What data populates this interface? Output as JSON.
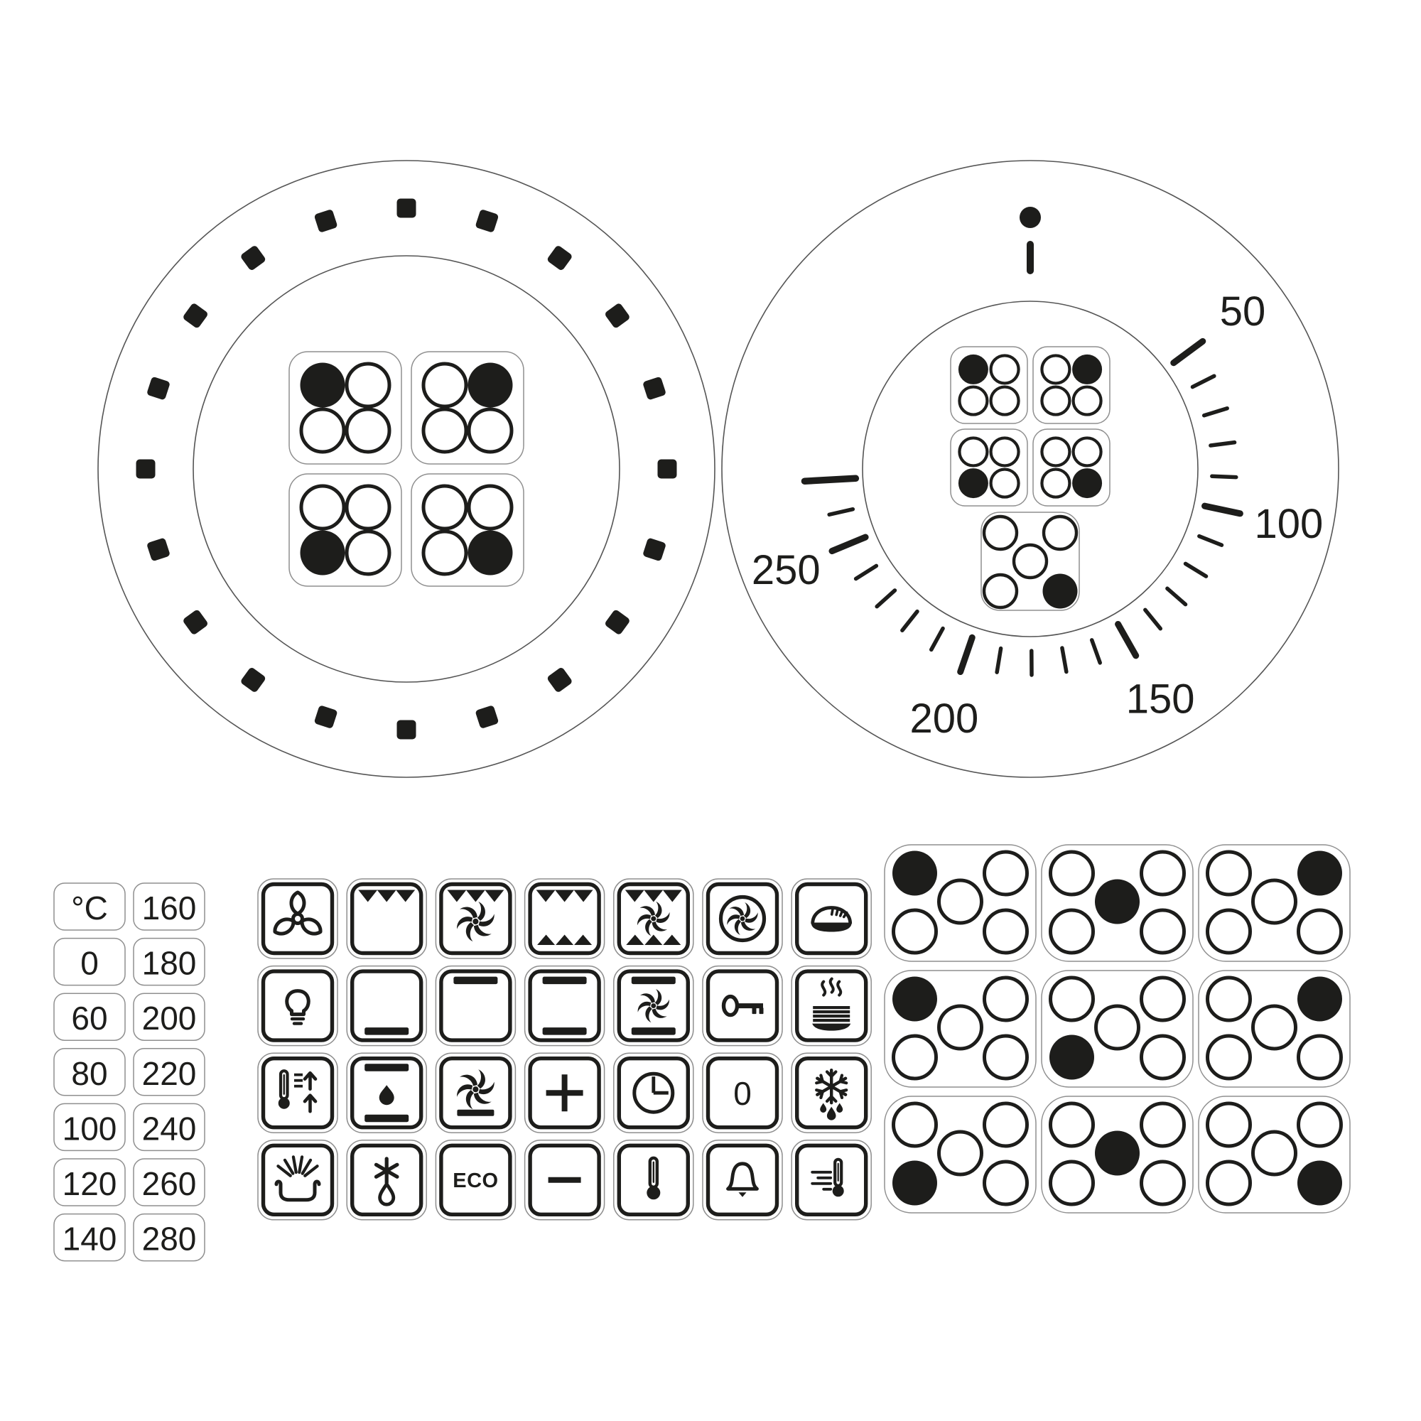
{
  "sheet": {
    "background": "#ffffff",
    "ink": "#1d1d1b",
    "cut_line": "#8f8f8f",
    "description": "Oven knob sticker sheet: two dial rings, temperature numbers, oven function icons, tactile dot tiles"
  },
  "left_dial": {
    "ring_marks_count": 20,
    "tiles": [
      {
        "pattern": "2x2",
        "filled_dots": [
          "top-left"
        ]
      },
      {
        "pattern": "2x2",
        "filled_dots": [
          "top-right"
        ]
      },
      {
        "pattern": "2x2",
        "filled_dots": [
          "bottom-left"
        ]
      },
      {
        "pattern": "2x2",
        "filled_dots": [
          "bottom-right"
        ]
      }
    ]
  },
  "right_dial": {
    "pointer": {
      "shape": "dot-and-dash"
    },
    "scale": {
      "tick_min": 50,
      "tick_max": 270,
      "tick_step": 10,
      "major_every": 50,
      "labels": [
        "50",
        "100",
        "150",
        "200",
        "250"
      ],
      "label_values": [
        50,
        100,
        150,
        200,
        250
      ]
    },
    "tiles": [
      {
        "pattern": "2x2",
        "filled_dots": [
          "top-left"
        ]
      },
      {
        "pattern": "2x2",
        "filled_dots": [
          "top-right"
        ]
      },
      {
        "pattern": "2x2",
        "filled_dots": [
          "bottom-left"
        ]
      },
      {
        "pattern": "2x2",
        "filled_dots": [
          "bottom-right"
        ]
      }
    ],
    "center_tile": {
      "pattern": "quincunx",
      "filled_dots": [
        "bottom-right"
      ]
    }
  },
  "temperature_labels": {
    "column_1": [
      "°C",
      "0",
      "60",
      "80",
      "100",
      "120",
      "140"
    ],
    "column_2": [
      "160",
      "180",
      "200",
      "220",
      "240",
      "260",
      "280"
    ]
  },
  "function_icons": {
    "eco_label": "ECO",
    "zero_label": "0",
    "rows": [
      [
        "fan-propeller",
        "grill",
        "grill-fan",
        "grill-double",
        "grill-double-fan",
        "convection-fan",
        "bread-baking"
      ],
      [
        "oven-light",
        "bottom-heat",
        "top-heat",
        "top-bottom-heat",
        "top-bottom-heat-fan",
        "child-lock-key",
        "keep-warm"
      ],
      [
        "fast-preheat",
        "steam-top-bottom-heat",
        "fan-bottom-heat",
        "plus",
        "timer-clock",
        "zero",
        "defrost-drip"
      ],
      [
        "grill-pan-steam",
        "defrost-drop",
        "eco",
        "minus",
        "thermometer",
        "alarm-bell",
        "quick-thermometer"
      ]
    ]
  },
  "dot_pattern_tiles": {
    "pattern": "quincunx",
    "rows": [
      [
        "top-left",
        "center",
        "top-right"
      ],
      [
        "top-left",
        "bottom-left",
        "top-right"
      ],
      [
        "bottom-left",
        "center",
        "bottom-right"
      ]
    ]
  }
}
